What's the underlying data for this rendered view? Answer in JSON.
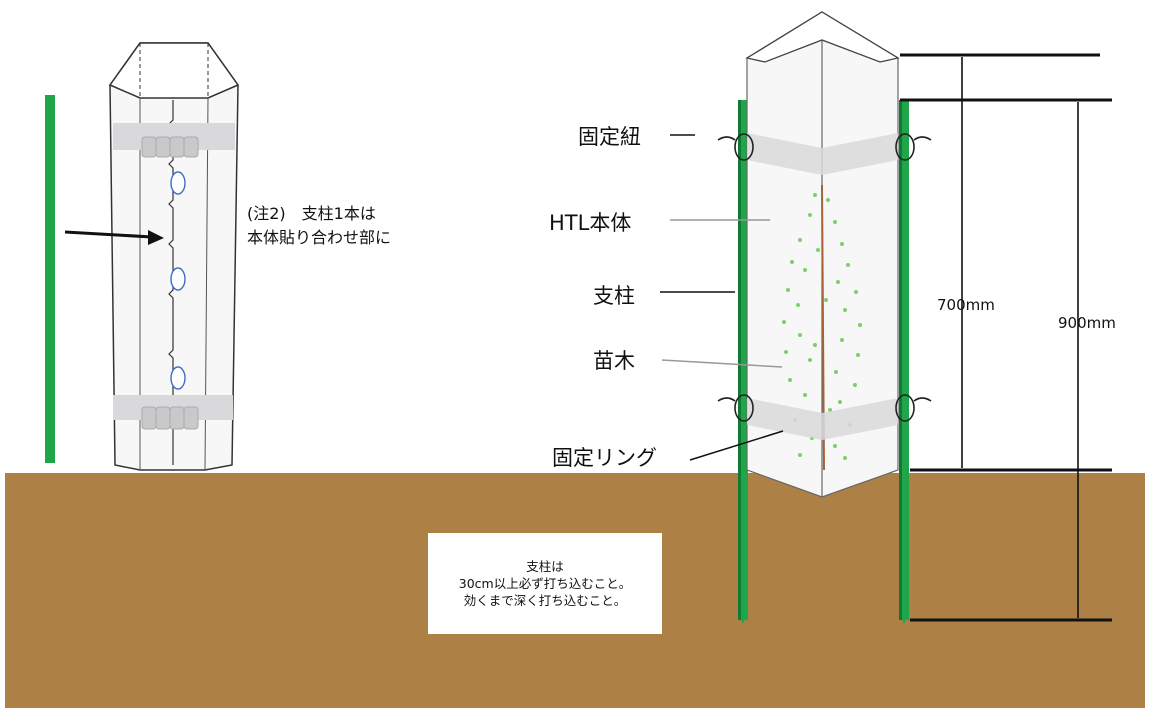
{
  "callouts": {
    "fixing_string": "固定紐",
    "htl_body": "HTL本体",
    "support_post": "支柱",
    "seedling": "苗木",
    "fixing_ring": "固定リング"
  },
  "note": {
    "line1": "(注2)　支柱1本は",
    "line2": "本体貼り合わせ部に"
  },
  "dimensions": {
    "inner": "700mm",
    "outer": "900mm"
  },
  "ground_note": {
    "line1": "支柱は",
    "line2": "30cm以上必ず打ち込むこと。",
    "line3": "効くまで深く打ち込むこと。"
  },
  "colors": {
    "ground": "#ad8045",
    "post_green": "#1fa64a",
    "post_dark": "#0f7a33",
    "tube_fill": "#f7f7f8",
    "band": "#d9d9db",
    "leaf": "#7ccf6d",
    "slot_blue": "#3a6fc4"
  }
}
